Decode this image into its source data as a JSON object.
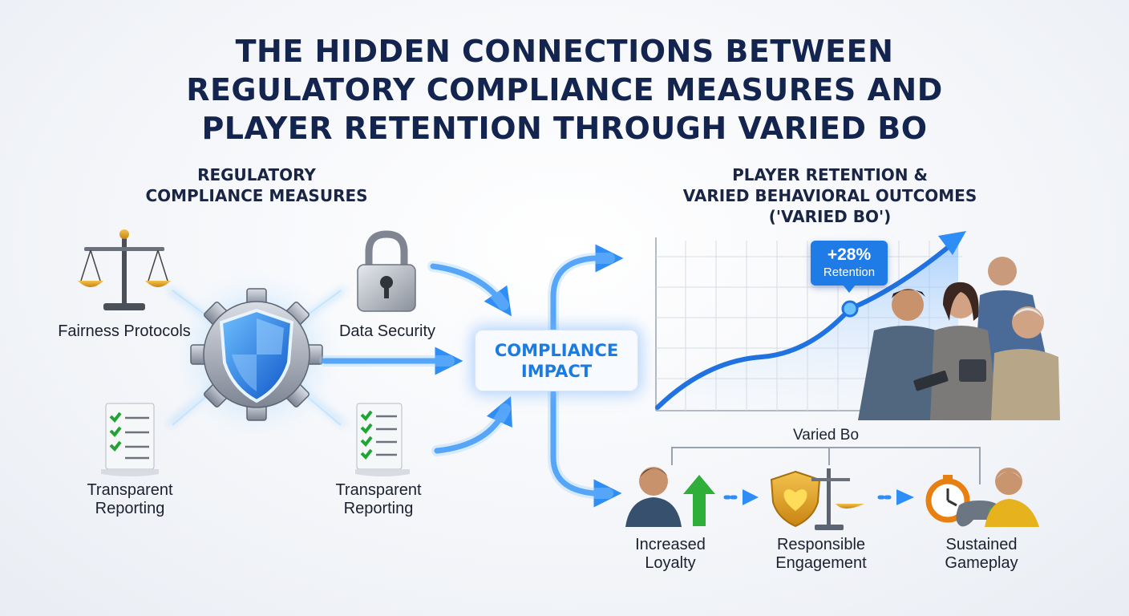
{
  "title": {
    "line1": "THE HIDDEN CONNECTIONS BETWEEN",
    "line2": "REGULATORY COMPLIANCE MEASURES AND",
    "line3": "PLAYER RETENTION THROUGH VARIED BO"
  },
  "left_section": {
    "heading_line1": "REGULATORY",
    "heading_line2": "COMPLIANCE MEASURES",
    "items": [
      {
        "label": "Fairness Protocols",
        "icon": "scales-icon"
      },
      {
        "label": "Data Security",
        "icon": "padlock-icon"
      },
      {
        "label_line1": "Transparent",
        "label_line2": "Reporting",
        "icon": "checklist-icon"
      },
      {
        "label_line1": "Transparent",
        "label_line2": "Reporting",
        "icon": "checklist-icon"
      }
    ],
    "center_icon": "shield-gear-icon"
  },
  "impact": {
    "line1": "COMPLIANCE",
    "line2": "IMPACT"
  },
  "right_section": {
    "heading_line1": "PLAYER RETENTION &",
    "heading_line2": "VARIED BEHAVIORAL OUTCOMES",
    "heading_line3": "('VARIED BO')",
    "badge_value": "+28%",
    "badge_label": "Retention"
  },
  "outcomes": {
    "group_label": "Varied Bo",
    "items": [
      {
        "line1": "Increased",
        "line2": "Loyalty",
        "icon": "person-up-arrow-icon"
      },
      {
        "line1": "Responsible",
        "line2": "Engagement",
        "icon": "heart-shield-scales-icon"
      },
      {
        "line1": "Sustained",
        "line2": "Gameplay",
        "icon": "stopwatch-controller-icon"
      }
    ]
  },
  "colors": {
    "title": "#13244f",
    "accent_blue": "#1f7be6",
    "arrow_blue": "#2e8ef5",
    "glow": "#7fc4ff"
  }
}
